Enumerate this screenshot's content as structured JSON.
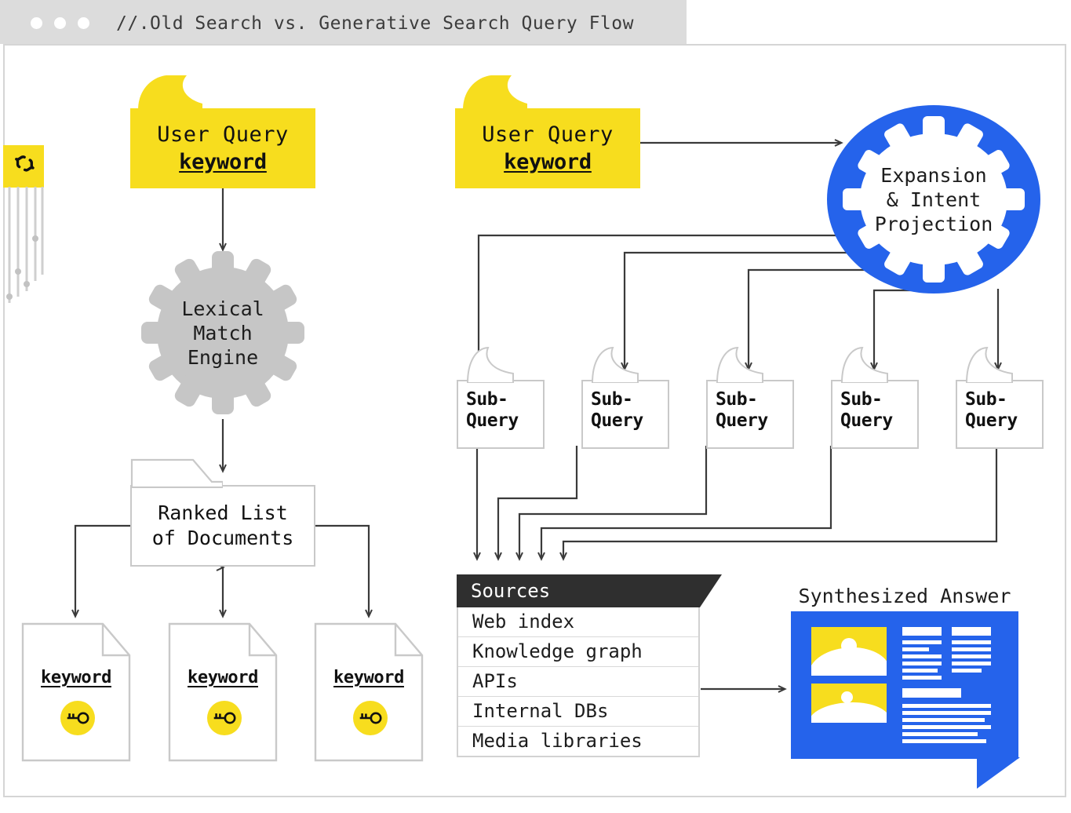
{
  "window": {
    "title": "//.Old Search vs. Generative Search Query Flow",
    "dots": [
      "dot-1",
      "dot-2",
      "dot-3"
    ]
  },
  "decor": {
    "code_chip_icon": "code-brackets-icon",
    "circuit_lines": "circuit-trace-decoration"
  },
  "left_flow": {
    "user_query": {
      "line1": "User Query",
      "line2": "keyword"
    },
    "engine": {
      "line1": "Lexical",
      "line2": "Match",
      "line3": "Engine"
    },
    "ranked_list": {
      "line1": "Ranked List",
      "line2": "of Documents"
    },
    "documents": [
      {
        "keyword": "keyword",
        "icon": "key-icon"
      },
      {
        "keyword": "keyword",
        "icon": "key-icon"
      },
      {
        "keyword": "keyword",
        "icon": "key-icon"
      }
    ]
  },
  "right_flow": {
    "user_query": {
      "line1": "User Query",
      "line2": "keyword"
    },
    "expansion": {
      "line1": "Expansion",
      "line2": "& Intent",
      "line3": "Projection"
    },
    "subqueries": [
      {
        "line1": "Sub-",
        "line2": "Query"
      },
      {
        "line1": "Sub-",
        "line2": "Query"
      },
      {
        "line1": "Sub-",
        "line2": "Query"
      },
      {
        "line1": "Sub-",
        "line2": "Query"
      },
      {
        "line1": "Sub-",
        "line2": "Query"
      }
    ],
    "sources": {
      "header": "Sources",
      "rows": [
        "Web index",
        "Knowledge graph",
        "APIs",
        "Internal DBs",
        "Media libraries"
      ]
    },
    "answer": {
      "title": "Synthesized Answer"
    }
  },
  "colors": {
    "yellow": "#f7dd1e",
    "blue": "#2563eb",
    "gray_gear": "#c6c6c6",
    "dark": "#2f2f2f",
    "chrome": "#dcdcdc",
    "border": "#c9c9c9"
  }
}
